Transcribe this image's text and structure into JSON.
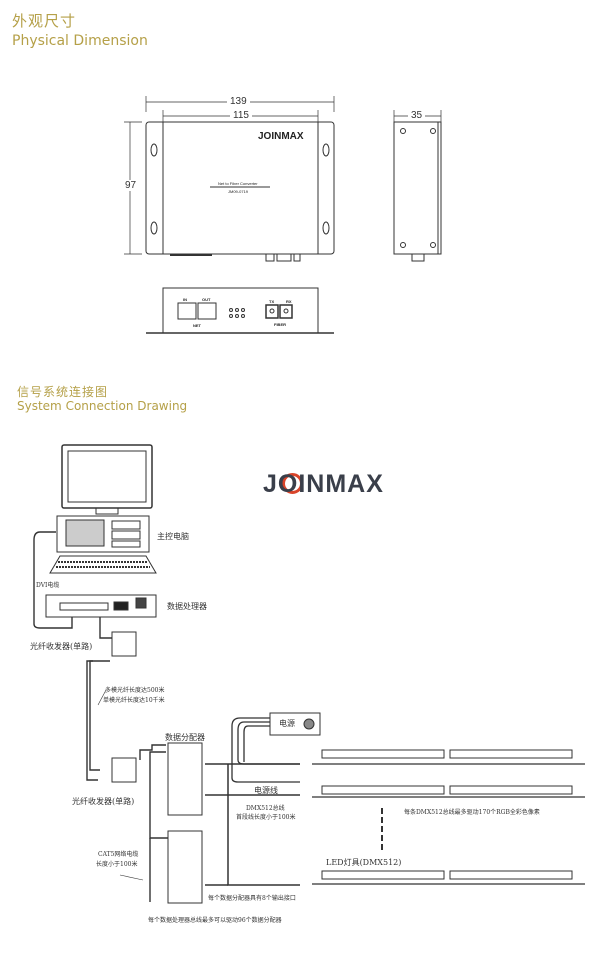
{
  "physical": {
    "title_cn": "外观尺寸",
    "title_en": "Physical Dimension",
    "dims": {
      "width_outer": "139",
      "width_inner": "115",
      "height": "97",
      "depth": "35"
    },
    "device": {
      "brand": "JOINMAX",
      "label": "Net to Fiber Converter",
      "model": "JM09-0719",
      "ports": {
        "in": "IN",
        "out": "OUT",
        "net": "NET",
        "tx": "TX",
        "rx": "RX",
        "fiber": "FIBER"
      }
    }
  },
  "system": {
    "title_cn": "信号系统连接图",
    "title_en": "System Connection Drawing",
    "logo": "JOINMAX",
    "colors": {
      "title": "#b5a048",
      "logo_text": "#3a3f4a",
      "logo_accent": "#d9442a"
    },
    "labels": {
      "main_pc": "主控电脑",
      "dvi_cable": "DVI电缆",
      "data_processor": "数据处理器",
      "fiber_transceiver_top": "光纤收发器(单路)",
      "multimode": "多模光纤长度达500米",
      "singlemode": "单模光纤长度达10千米",
      "data_distributor": "数据分配器",
      "fiber_transceiver_bottom": "光纤收发器(单路)",
      "power": "电源",
      "power_line": "电源线",
      "dmx_bus": "DMX512总线",
      "first_segment": "首段线长度小于100米",
      "max_pixels": "每条DMX512总线最多驱动170个RGB全彩色像素",
      "led_fixture": "LED灯具(DMX512)",
      "cat5": "CAT5网络电缆",
      "cat5_len": "长度小于100米",
      "outputs": "每个数据分配器具有8个输出接口",
      "max_distributors": "每个数据处理器总线最多可以驱动96个数据分配器"
    }
  }
}
